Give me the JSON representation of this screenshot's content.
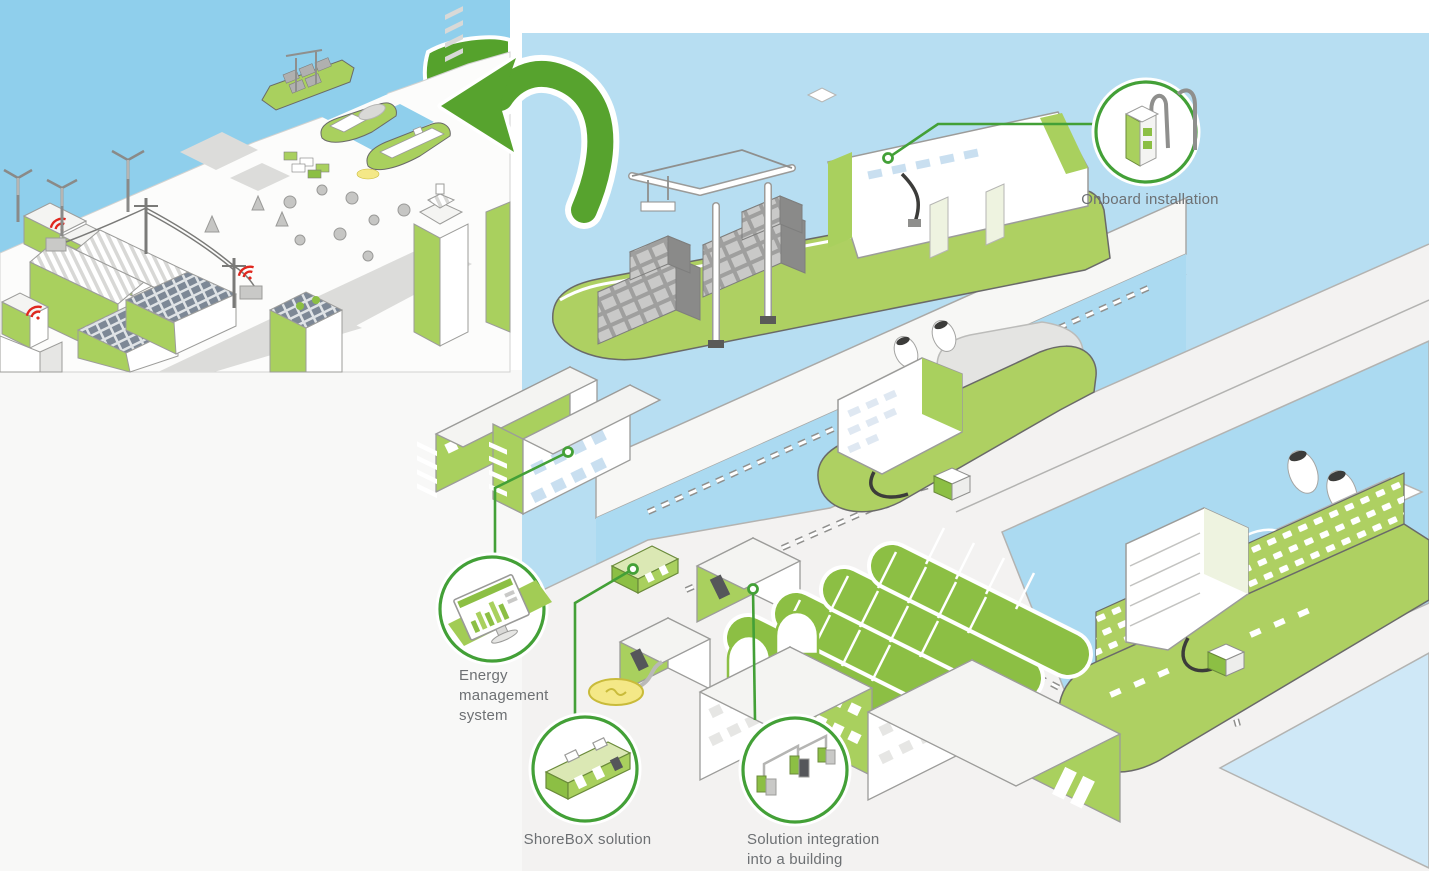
{
  "figure": {
    "kind": "isometric shore-to-ship power infographic",
    "inset": "city and harbour overview thumbnail",
    "main": "zoomed harbour scene with container ship, ferry and cruise ship connected to shore power"
  },
  "callouts": {
    "onboard_installation": {
      "label": "Onboard installation"
    },
    "energy_management_system": {
      "label": "Energy\nmanagement\nsystem"
    },
    "shorebox_solution": {
      "label": "ShoreBoX solution"
    },
    "solution_integration": {
      "label": "Solution integration\ninto a building"
    }
  },
  "icons": {
    "zoom_out_arrow": "curved-arrow-pointing-left",
    "wifi": "wireless-signal-waves",
    "callout_marker": "green-ring-dot"
  },
  "colors": {
    "accent_green": "#57a32e",
    "light_green": "#aed062",
    "mid_green": "#8cbf44",
    "callout_green": "#43a037",
    "inset_sky_blue": "#8fcfec",
    "harbor_water_blue": "#b7def2",
    "channel_water_blue": "#abdaf1",
    "quay_gray": "#f3f2f1",
    "outline_gray": "#9c9c9a",
    "label_gray": "#6d7073",
    "wifi_red": "#e0271e",
    "pad_yellow": "#f4e887",
    "pool_blue": "#a8d4ec"
  },
  "illustration_elements": [
    "wind turbines",
    "solar roof warehouses",
    "power line poles",
    "container ship with quay crane",
    "ferry",
    "cruise ship",
    "shore connection cabinets with cables",
    "underground cable trench (dashed)",
    "ShoreBoX container",
    "port office building",
    "arched warehouses",
    "energy management monitor"
  ]
}
